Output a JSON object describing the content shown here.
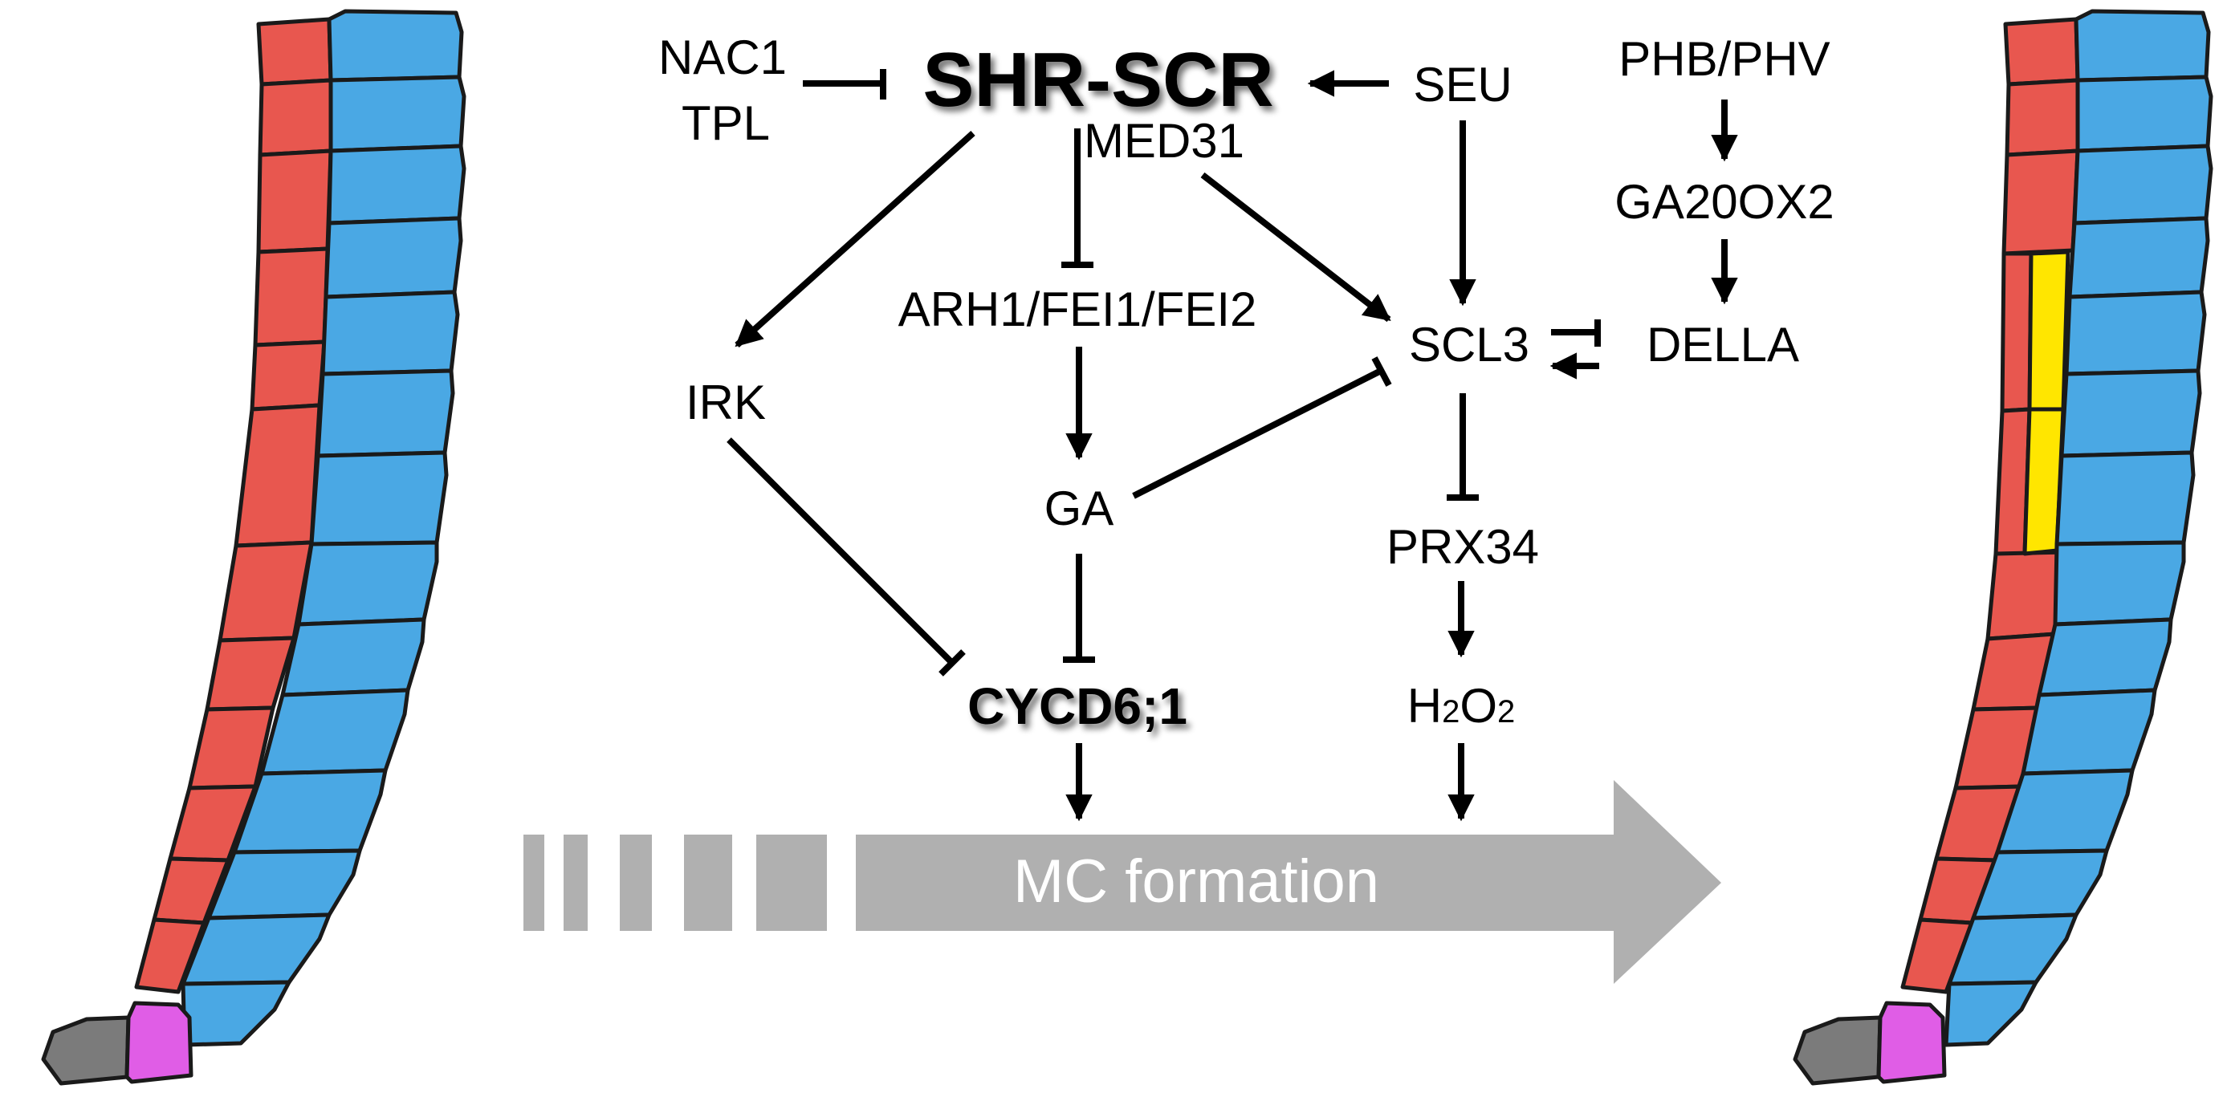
{
  "nodes": {
    "nac1": "NAC1",
    "tpl": "TPL",
    "shr_scr": "SHR-SCR",
    "seu": "SEU",
    "phb_phv": "PHB/PHV",
    "med31": "MED31",
    "ga20ox2": "GA20OX2",
    "arh1_fei": "ARH1/FEI1/FEI2",
    "scl3": "SCL3",
    "della": "DELLA",
    "irk": "IRK",
    "ga": "GA",
    "prx34": "PRX34",
    "cycd6": "CYCD6;1",
    "h2o2_h": "H",
    "h2o2_2a": "2",
    "h2o2_o": "O",
    "h2o2_2b": "2"
  },
  "process_arrow": {
    "label": "MC formation"
  },
  "colors": {
    "endodermis": "#e8574f",
    "cortex": "#4aa8e4",
    "middle_cortex": "#ffe600",
    "qc": "#e05de6",
    "columella": "#7b7b7b",
    "arrow": "#b0b0b0",
    "line": "#000000"
  },
  "edges": [
    {
      "from": "NAC1/TPL",
      "to": "SHR-SCR",
      "type": "inhibit"
    },
    {
      "from": "SEU",
      "to": "SHR-SCR",
      "type": "activate"
    },
    {
      "from": "SHR-SCR",
      "to": "IRK",
      "type": "activate"
    },
    {
      "from": "SHR-SCR",
      "to": "ARH1/FEI1/FEI2",
      "type": "inhibit"
    },
    {
      "from": "SHR-SCR",
      "to": "SCL3",
      "type": "activate"
    },
    {
      "from": "SEU",
      "to": "SCL3",
      "type": "activate"
    },
    {
      "from": "PHB/PHV",
      "to": "GA20OX2",
      "type": "activate"
    },
    {
      "from": "GA20OX2",
      "to": "DELLA",
      "type": "activate"
    },
    {
      "from": "SCL3",
      "to": "DELLA",
      "type": "inhibit"
    },
    {
      "from": "DELLA",
      "to": "SCL3",
      "type": "activate"
    },
    {
      "from": "ARH1/FEI1/FEI2",
      "to": "GA",
      "type": "activate"
    },
    {
      "from": "GA",
      "to": "SCL3",
      "type": "inhibit"
    },
    {
      "from": "IRK",
      "to": "CYCD6;1",
      "type": "inhibit"
    },
    {
      "from": "GA",
      "to": "CYCD6;1",
      "type": "inhibit"
    },
    {
      "from": "SCL3",
      "to": "PRX34",
      "type": "inhibit"
    },
    {
      "from": "PRX34",
      "to": "H2O2",
      "type": "activate"
    },
    {
      "from": "CYCD6;1",
      "to": "MC formation",
      "type": "activate"
    },
    {
      "from": "H2O2",
      "to": "MC formation",
      "type": "activate"
    }
  ]
}
